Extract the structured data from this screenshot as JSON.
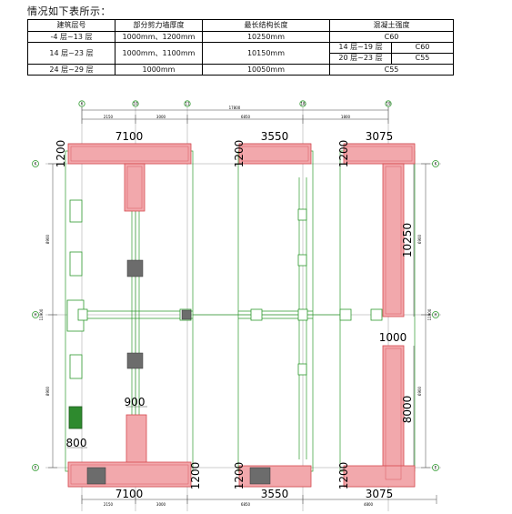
{
  "intro_text": "情况如下表所示：",
  "table": {
    "headers": [
      "建筑层号",
      "部分剪力墙厚度",
      "最长结构长度",
      "混凝土强度"
    ],
    "rows": [
      {
        "floors": "-4 层~13 层",
        "thickness": "1000mm、1200mm",
        "length": "10250mm",
        "strength": "C60"
      },
      {
        "floors": "14 层~23 层",
        "thickness": "1000mm、1100mm",
        "length": "10150mm",
        "sub": [
          {
            "range": "14 层~19 层",
            "grade": "C60"
          },
          {
            "range": "20 层~23 层",
            "grade": "C55"
          }
        ]
      },
      {
        "floors": "24 层~29 层",
        "thickness": "1000mm",
        "length": "10050mm",
        "strength": "C55"
      }
    ]
  },
  "plan": {
    "axis_labels": {
      "top": [
        "6",
        "10",
        "11",
        "18",
        "19"
      ],
      "left": [
        "K",
        "H",
        "E"
      ],
      "right": [
        "K",
        "H",
        "E"
      ]
    },
    "top_dims": [
      "2150",
      "3000",
      "6850",
      "1800"
    ],
    "top_total": "17800",
    "bottom_dims": [
      "2150",
      "3000",
      "6850",
      "4800"
    ],
    "left_dims": [
      "8900",
      "8900"
    ],
    "right_dims": [
      "6900",
      "6900"
    ],
    "right_total": "11900",
    "left_total": "11900",
    "wall_labels": {
      "top_left_len": "7100",
      "top_mid_len": "3550",
      "top_right_len": "3075",
      "right_col_len": "10250",
      "right_low_top": "1000",
      "right_low_len": "8000",
      "center_stub": "900",
      "left_corner": "800",
      "bottom_left_len": "7100",
      "bottom_mid_len": "3550",
      "bottom_right_len": "3075",
      "h1200": "1200"
    },
    "colors": {
      "wall_fill": "#f2a8ac",
      "wall_stroke": "#d6484f",
      "grid_green": "#2e9a2e",
      "axis": "#777777",
      "grey_block": "#6c6c6c"
    }
  }
}
